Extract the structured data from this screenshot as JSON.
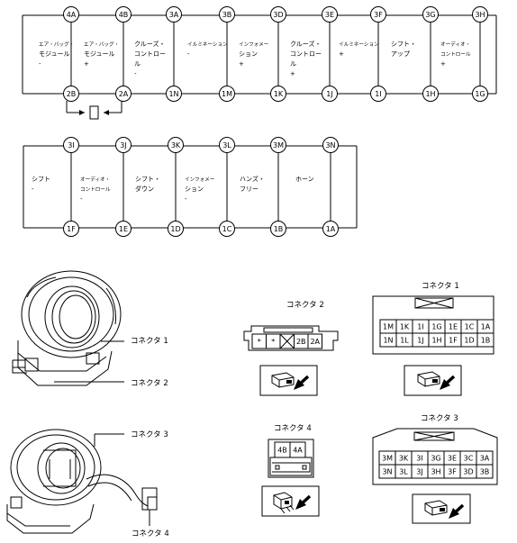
{
  "diagram_top": {
    "top_pins": [
      "4A",
      "4B",
      "3A",
      "3B",
      "3D",
      "3E",
      "3F",
      "3G",
      "3H"
    ],
    "bottom_pins": [
      "2B",
      "2A",
      "1N",
      "1M",
      "1K",
      "1J",
      "1I",
      "1H",
      "1G"
    ],
    "labels": [
      [
        "エア・バッグ・",
        "モジュール",
        "-"
      ],
      [
        "エア・バッグ・",
        "モジュール",
        "+"
      ],
      [
        "クルーズ・",
        "コントロー",
        "ル",
        "-"
      ],
      [
        "イルミネーション",
        "-"
      ],
      [
        "インフォメー",
        "ション",
        "+"
      ],
      [
        "クルーズ・",
        "コントロー",
        "ル",
        "+"
      ],
      [
        "イルミネーション",
        "+"
      ],
      [
        "シフト・",
        "アップ"
      ],
      [
        "オーディオ・",
        "コントロール",
        "+"
      ]
    ]
  },
  "diagram_mid": {
    "top_pins": [
      "3I",
      "3J",
      "3K",
      "3L",
      "3M",
      "3N"
    ],
    "bottom_pins": [
      "1F",
      "1E",
      "1D",
      "1C",
      "1B",
      "1A"
    ],
    "labels": [
      [
        "シフト",
        "-"
      ],
      [
        "オーディオ・",
        "コントロール",
        "-"
      ],
      [
        "シフト・",
        "ダウン"
      ],
      [
        "インフォメー",
        "ション",
        "-"
      ],
      [
        "ハンズ・",
        "フリー"
      ],
      [
        "ホーン"
      ]
    ]
  },
  "left_part": {
    "callout1": "コネクタ 1",
    "callout2": "コネクタ 2",
    "callout3": "コネクタ 3",
    "callout4": "コネクタ 4"
  },
  "connector2": {
    "title": "コネクタ 2",
    "cells": [
      "*",
      "*",
      "",
      "2B",
      "2A"
    ]
  },
  "connector4": {
    "title": "コネクタ 4",
    "cells": [
      "4B",
      "4A"
    ]
  },
  "connector1": {
    "title": "コネクタ 1",
    "rows": [
      [
        "1M",
        "1K",
        "1I",
        "1G",
        "1E",
        "1C",
        "1A"
      ],
      [
        "1N",
        "1L",
        "1J",
        "1H",
        "1F",
        "1D",
        "1B"
      ]
    ]
  },
  "connector3": {
    "title": "コネクタ 3",
    "rows": [
      [
        "3M",
        "3K",
        "3I",
        "3G",
        "3E",
        "3C",
        "3A"
      ],
      [
        "3N",
        "3L",
        "3J",
        "3H",
        "3F",
        "3D",
        "3B"
      ]
    ]
  }
}
